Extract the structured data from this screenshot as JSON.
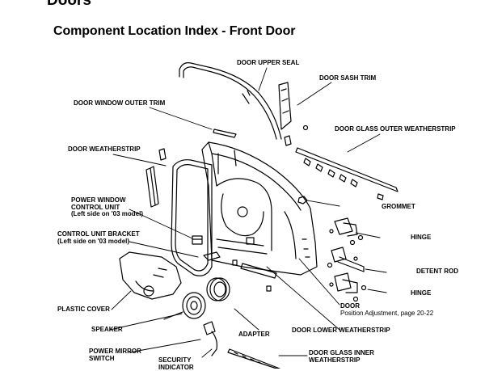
{
  "header": {
    "section": "Doors",
    "title": "Component Location Index - Front Door"
  },
  "callouts": {
    "door_upper_seal": "DOOR UPPER SEAL",
    "door_sash_trim": "DOOR SASH TRIM",
    "door_window_outer_trim": "DOOR WINDOW OUTER TRIM",
    "door_glass_outer_weatherstrip": "DOOR GLASS OUTER WEATHERSTRIP",
    "door_weatherstrip": "DOOR WEATHERSTRIP",
    "power_window_control_unit": [
      "POWER WINDOW",
      "CONTROL UNIT"
    ],
    "power_window_note": "(Left side on '03 model)",
    "grommet": "GROMMET",
    "control_unit_bracket": "CONTROL UNIT BRACKET",
    "control_unit_bracket_note": "(Left side on '03 model)",
    "hinge_upper": "HINGE",
    "detent_rod": "DETENT ROD",
    "hinge_lower": "HINGE",
    "plastic_cover": "PLASTIC COVER",
    "door": "DOOR",
    "door_note": "Position Adjustment, page 20-22",
    "speaker": "SPEAKER",
    "adapter": "ADAPTER",
    "door_lower_weatherstrip": "DOOR LOWER WEATHERSTRIP",
    "power_mirror_switch": [
      "POWER MIRROR",
      "SWITCH"
    ],
    "security_indicator": [
      "SECURITY",
      "INDICATOR"
    ],
    "door_glass_inner_weatherstrip": [
      "DOOR GLASS INNER",
      "WEATHERSTRIP"
    ]
  }
}
